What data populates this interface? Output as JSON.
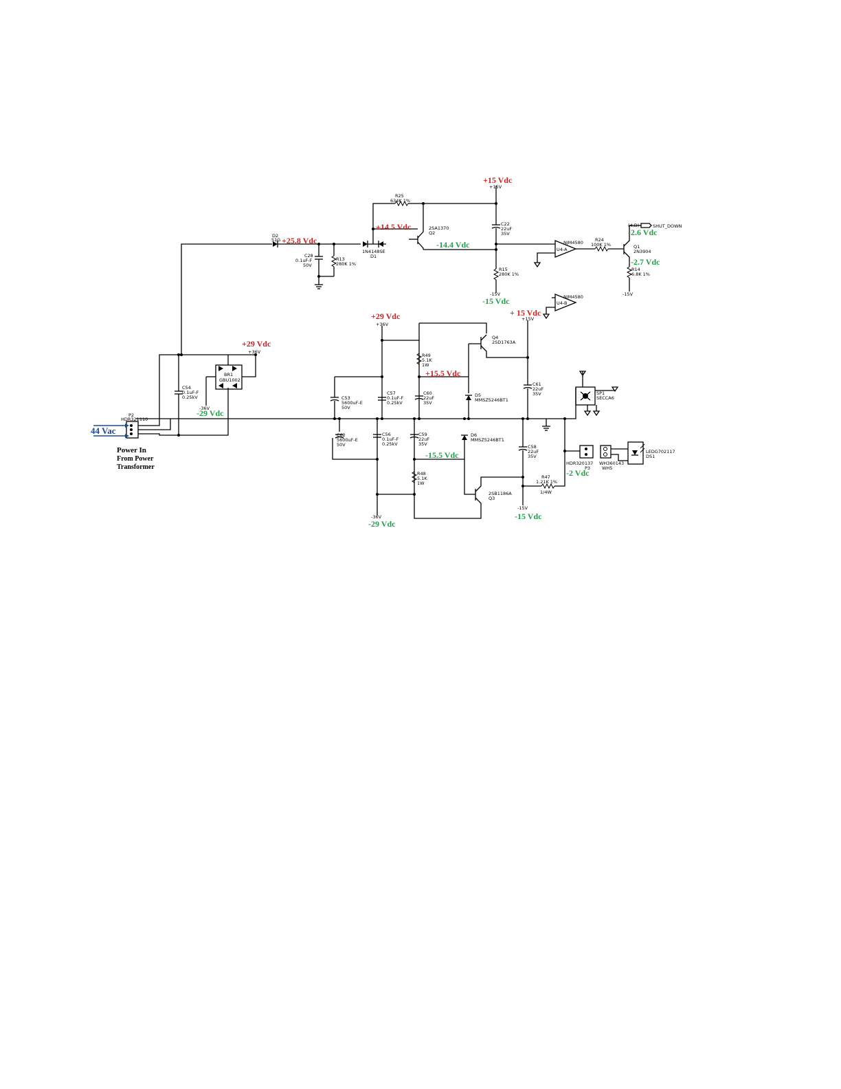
{
  "voltages": {
    "v_plus15_top": "+15 Vdc",
    "v_plus25_8": "+25.8 Vdc",
    "v_plus14_5": "+14.5 Vdc",
    "v_minus14_4": "-14.4 Vdc",
    "v_minus15_mid": "-15 Vdc",
    "v_minus2_6": "-2.6 Vdc",
    "v_minus2_7": "-2.7 Vdc",
    "v_plus29_left": "+29 Vdc",
    "v_minus29_left": "-29 Vdc",
    "v_plus29_mid": "+29 Vdc",
    "v_plus15_mid": "+ 15 Vdc",
    "v_plus15_5": "+15.5 Vdc",
    "v_minus15_5": "-15.5 Vdc",
    "v_minus29_bottom": "-29 Vdc",
    "v_minus15_bottom": "-15 Vdc",
    "v_minus2": "-2 Vdc",
    "v_44vac": "44 Vac"
  },
  "captions": {
    "power_in": "Power In",
    "from_power": "From Power",
    "transformer": "Transformer"
  },
  "rails": {
    "p15": "+15V",
    "m15": "-15V",
    "p36": "+36V",
    "m36": "-36V"
  },
  "parts": {
    "r25": "R25",
    "r25_val": "634K 1%",
    "d2": "D2",
    "d2_val": "S1G",
    "c28": "C28",
    "c28_val": "0.1uF-F",
    "c28_v": "50V",
    "r13": "R13",
    "r13_val": "280K 1%",
    "d1_part": "1N4148SE",
    "d1": "D1",
    "q2_part": "2SA1370",
    "q2": "Q2",
    "c22": "C22",
    "c22_val": "22uF",
    "c22_v": "35V",
    "r15": "R15",
    "r15_val": "280K 1%",
    "u4a_part": "NJM4580",
    "u4a": "U4-A",
    "r24": "R24",
    "r24_val": "100K 1%",
    "q1": "Q1",
    "q1_part": "2N3904",
    "r14": "R14",
    "r14_val": "6.8K 1%",
    "shut_ref": "(4,D)",
    "shut_down": "SHUT_DOWN",
    "u4b_part": "NJM4580",
    "u4b": "U4-B",
    "q4": "Q4",
    "q4_part": "2SD1763A",
    "r49": "R49",
    "r49_val": "5.1K",
    "r49_w": "1W",
    "c60": "C60",
    "c60_val": "22uF",
    "c60_v": "35V",
    "d5": "D5",
    "d5_part": "MMSZ5246BT1",
    "c61": "C61",
    "c61_val": "22uF",
    "c61_v": "35V",
    "c53": "C53",
    "c53_val": "5600uF-E",
    "c53_v": "50V",
    "c57": "C57",
    "c57_val": "0.1uF-F",
    "c57_v": "0.25kV",
    "c54": "C54",
    "c54_val": "0.1uF-F",
    "c54_v": "0.25kV",
    "br1": "BR1",
    "br1_part": "GBU1002",
    "p2": "P2",
    "p2_part": "HDR321110",
    "c62": "C62",
    "c62_val": "5600uF-E",
    "c62_v": "50V",
    "c56": "C56",
    "c56_val": "0.1uF-F",
    "c56_v": "0.25kV",
    "c59": "C59",
    "c59_val": "22uF",
    "c59_v": "35V",
    "d6": "D6",
    "d6_part": "MMSZ5246BT1",
    "r48": "R48",
    "r48_val": "5.1K",
    "r48_w": "1W",
    "q3_part": "2SB1186A",
    "q3": "Q3",
    "c58": "C58",
    "c58_val": "22uF",
    "c58_v": "35V",
    "r47": "R47",
    "r47_val": "1.21K 1%",
    "r47_w": "1/4W",
    "sp1": "SP1",
    "sp1_part": "SECCA6",
    "p3_part": "HDR320137",
    "p3": "P3",
    "wh5_part": "WH360143",
    "wh5": "WH5",
    "ds1_part": "LEDG702117",
    "ds1": "DS1"
  }
}
